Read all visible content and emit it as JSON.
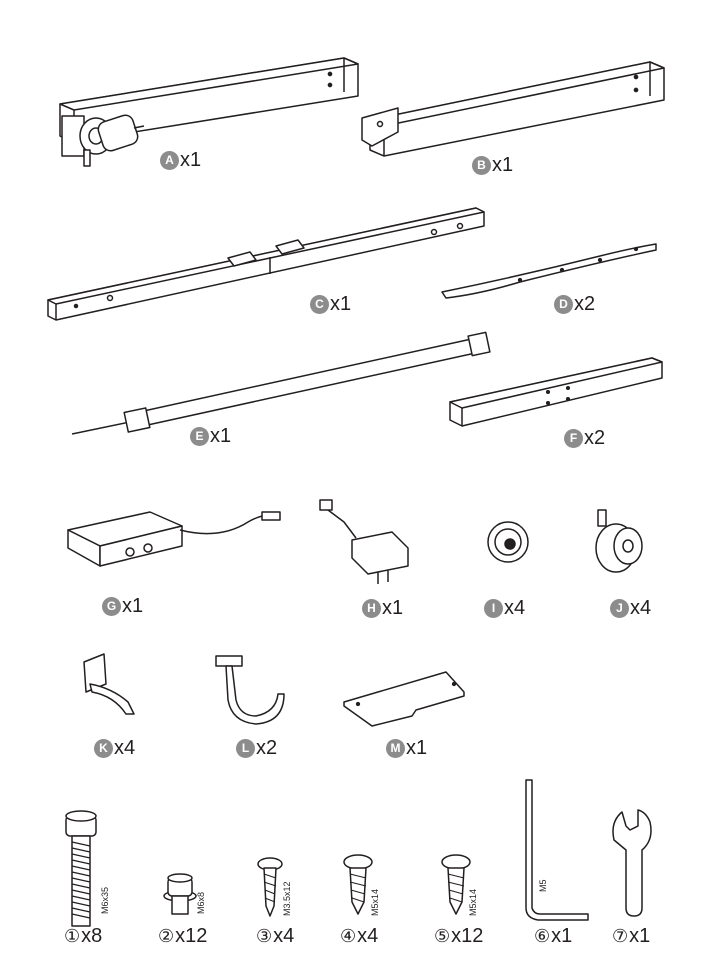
{
  "parts": [
    {
      "id": "A",
      "label": "A",
      "qty": "x1"
    },
    {
      "id": "B",
      "label": "B",
      "qty": "x1"
    },
    {
      "id": "C",
      "label": "C",
      "qty": "x1"
    },
    {
      "id": "D",
      "label": "D",
      "qty": "x2"
    },
    {
      "id": "E",
      "label": "E",
      "qty": "x1"
    },
    {
      "id": "F",
      "label": "F",
      "qty": " x2"
    },
    {
      "id": "G",
      "label": "G",
      "qty": "x1"
    },
    {
      "id": "H",
      "label": "H",
      "qty": "x1"
    },
    {
      "id": "I",
      "label": "I",
      "qty": " x4"
    },
    {
      "id": "J",
      "label": "J",
      "qty": " x4"
    },
    {
      "id": "K",
      "label": "K",
      "qty": " x4"
    },
    {
      "id": "L",
      "label": "L",
      "qty": " x2"
    },
    {
      "id": "M",
      "label": "M",
      "qty": "x1"
    }
  ],
  "hardware": [
    {
      "num": "①",
      "qty": "x8",
      "spec": "M6x35"
    },
    {
      "num": "②",
      "qty": "x12",
      "spec": "M6x8"
    },
    {
      "num": "③",
      "qty": "x4",
      "spec": "M3.5x12"
    },
    {
      "num": "④",
      "qty": "x4",
      "spec": "M5x14"
    },
    {
      "num": "⑤",
      "qty": "x12",
      "spec": "M5x14"
    },
    {
      "num": "⑥",
      "qty": "x1",
      "spec": "M5"
    },
    {
      "num": "⑦",
      "qty": "x1",
      "spec": ""
    }
  ]
}
